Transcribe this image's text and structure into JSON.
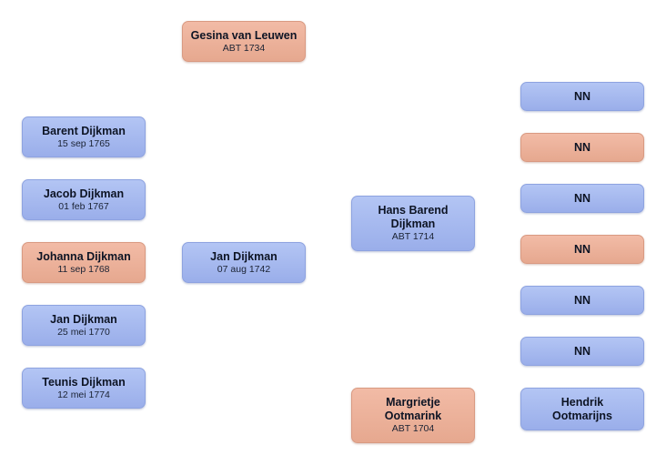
{
  "children": [
    {
      "name": "Barent Dijkman",
      "date": "15 sep 1765",
      "sex": "male"
    },
    {
      "name": "Jacob Dijkman",
      "date": "01 feb 1767",
      "sex": "male"
    },
    {
      "name": "Johanna Dijkman",
      "date": "11 sep 1768",
      "sex": "female"
    },
    {
      "name": "Jan Dijkman",
      "date": "25 mei 1770",
      "sex": "male"
    },
    {
      "name": "Teunis Dijkman",
      "date": "12 mei 1774",
      "sex": "male"
    }
  ],
  "spouse": {
    "name": "Gesina van Leuwen",
    "date": "ABT 1734",
    "sex": "female"
  },
  "person": {
    "name": "Jan Dijkman",
    "date": "07 aug 1742",
    "sex": "male"
  },
  "father": {
    "name": "Hans Barend Dijkman",
    "date": "ABT 1714",
    "sex": "male"
  },
  "mother": {
    "name": "Margrietje Ootmarink",
    "date": "ABT 1704",
    "sex": "female"
  },
  "grandparents": [
    {
      "name": "NN",
      "sex": "male"
    },
    {
      "name": "NN",
      "sex": "female"
    },
    {
      "name": "NN",
      "sex": "male"
    },
    {
      "name": "NN",
      "sex": "female"
    },
    {
      "name": "NN",
      "sex": "male"
    },
    {
      "name": "NN",
      "sex": "male"
    },
    {
      "name": "Hendrik Ootmarijns",
      "sex": "male"
    }
  ],
  "colors": {
    "male": "#a7b9f0",
    "female": "#ecb39c"
  }
}
